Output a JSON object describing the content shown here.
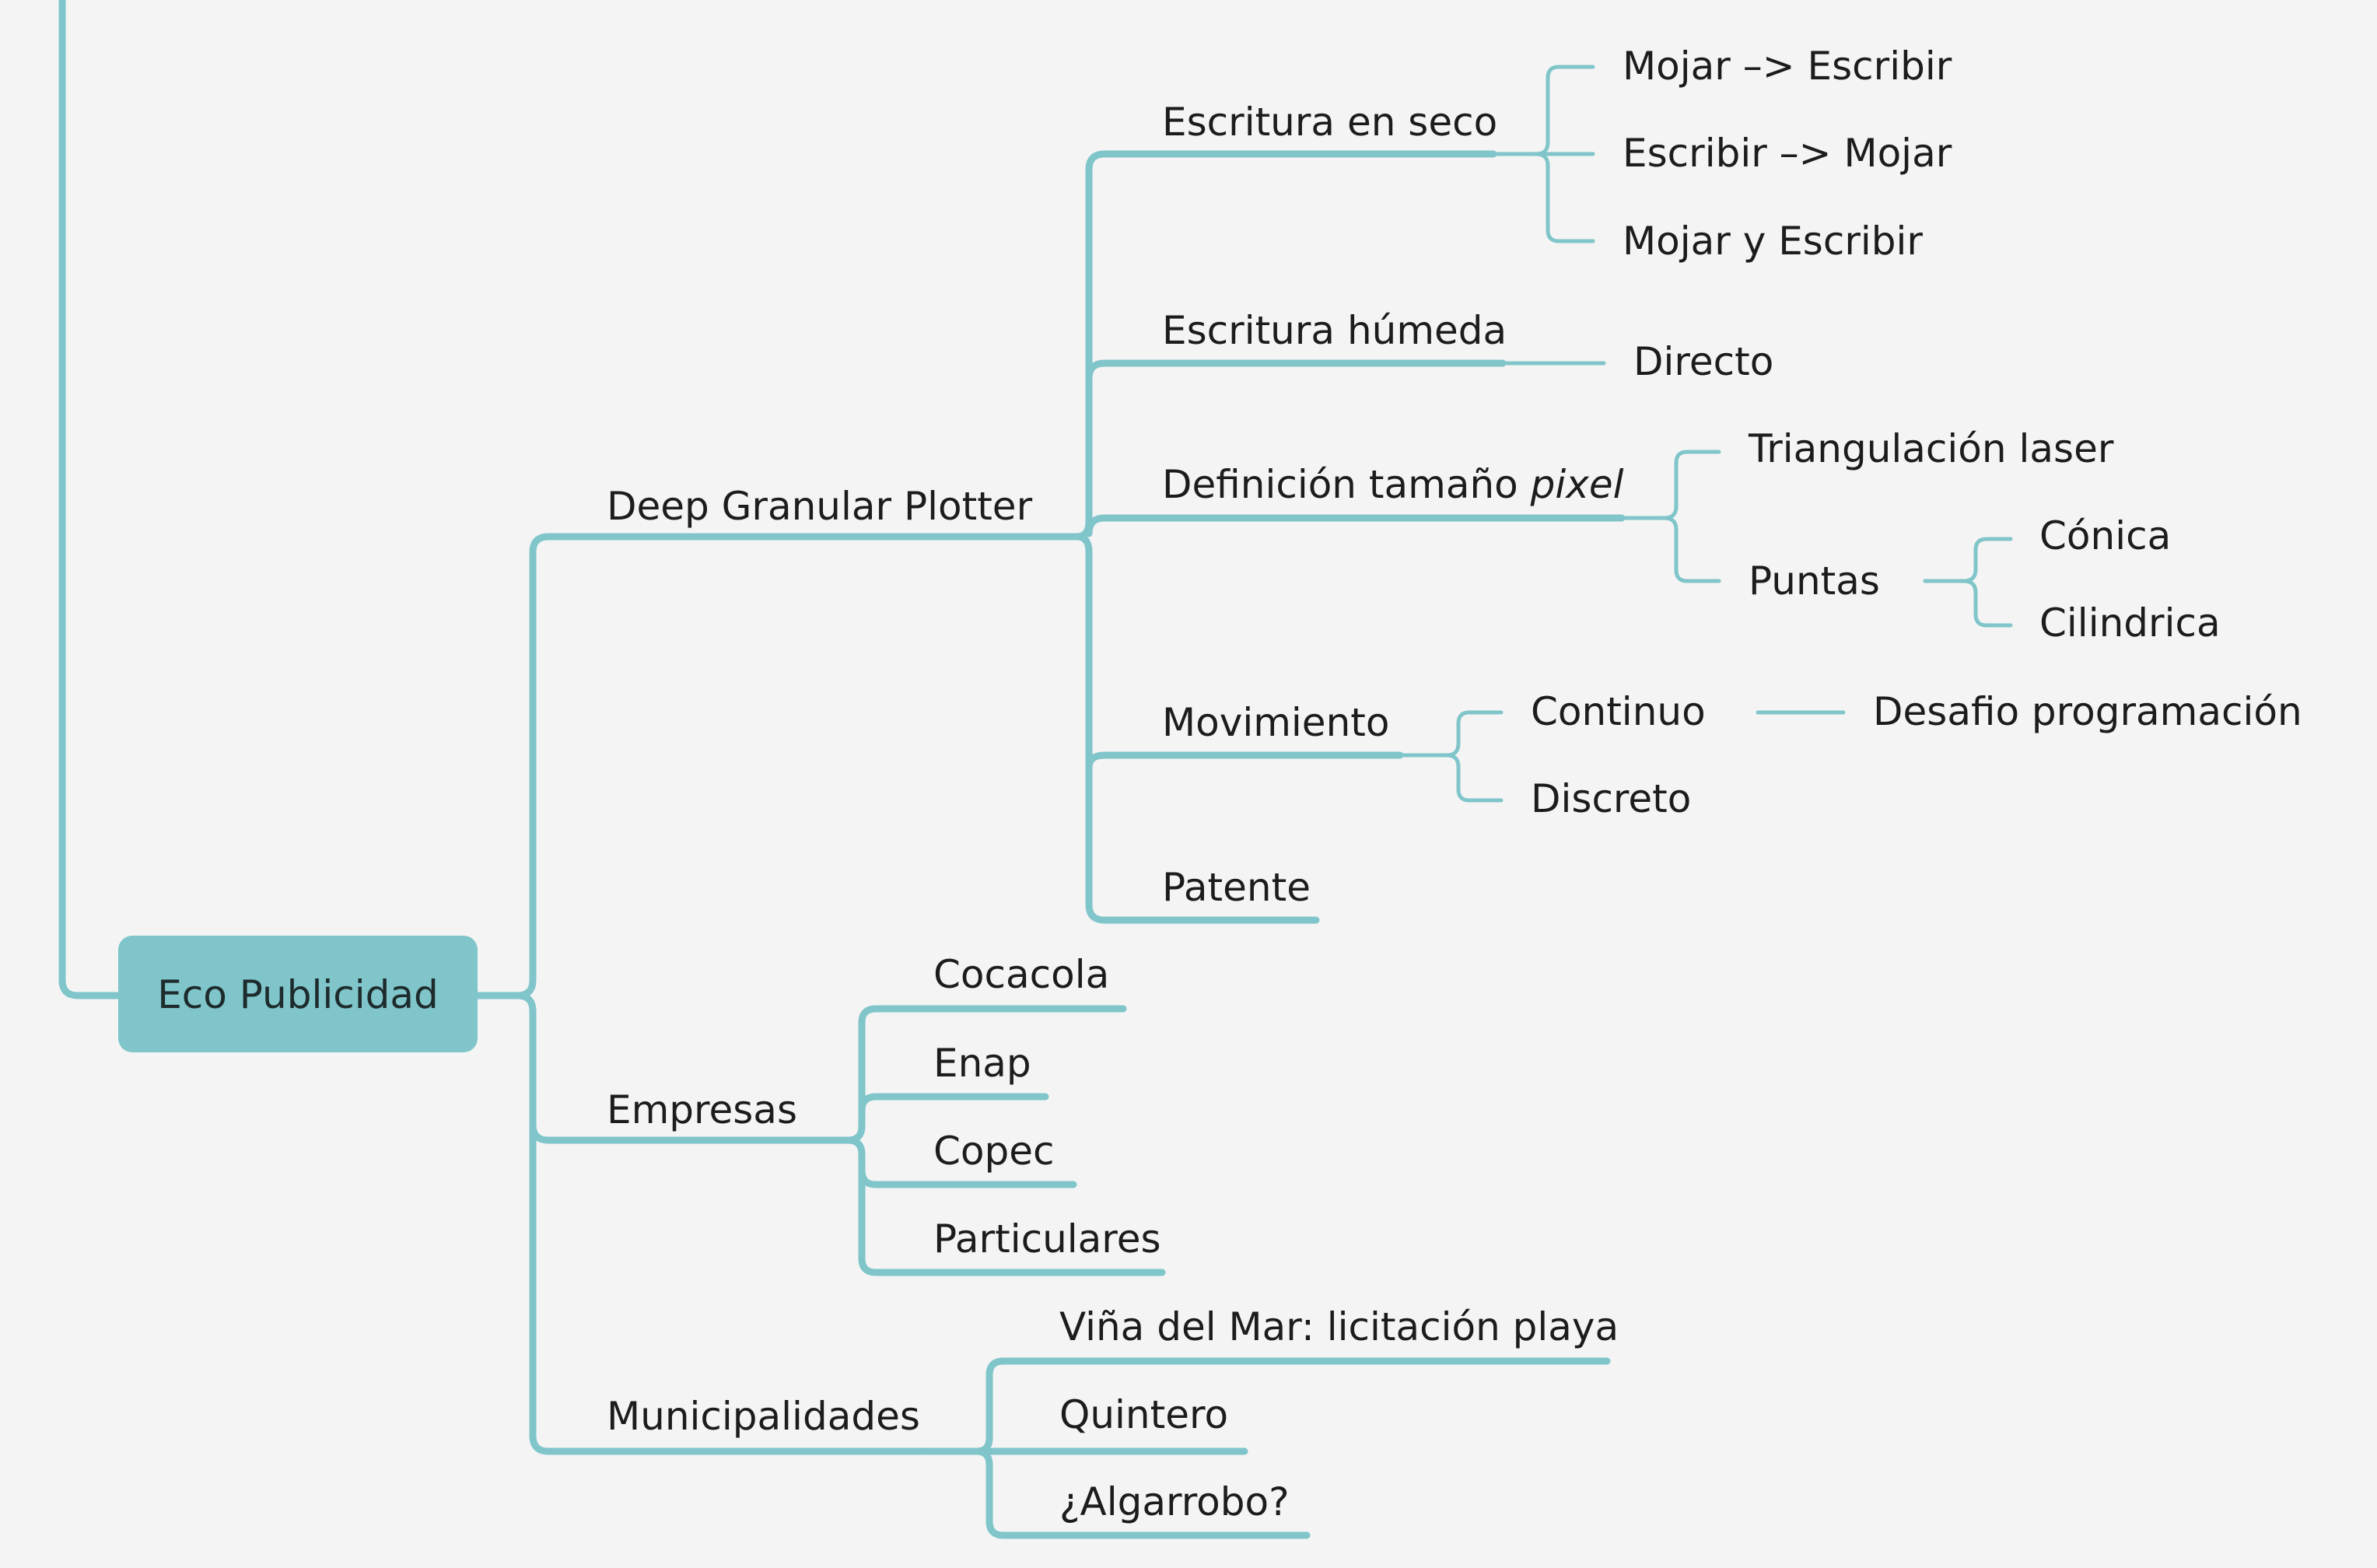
{
  "colors": {
    "background": "#f4f4f4",
    "connector": "#7fc5ca",
    "root_fill": "#7fc5ca",
    "text": "#1c1c1c"
  },
  "root": {
    "label": "Eco Publicidad"
  },
  "branches": {
    "plotter": {
      "label": "Deep Granular Plotter",
      "escritura_seco": {
        "label": "Escritura en seco",
        "items": [
          "Mojar –> Escribir",
          "Escribir –> Mojar",
          "Mojar y Escribir"
        ]
      },
      "escritura_humeda": {
        "label": "Escritura húmeda",
        "items": [
          "Directo"
        ]
      },
      "definicion": {
        "label_prefix": "Definición tamaño ",
        "label_emph": "pixel",
        "triangulacion": "Triangulación laser",
        "puntas": {
          "label": "Puntas",
          "items": [
            "Cónica",
            "Cilindrica"
          ]
        }
      },
      "movimiento": {
        "label": "Movimiento",
        "continuo": "Continuo",
        "continuo_note": "Desafio programación",
        "discreto": "Discreto"
      },
      "patente": {
        "label": "Patente"
      }
    },
    "empresas": {
      "label": "Empresas",
      "items": [
        "Cocacola",
        "Enap",
        "Copec",
        "Particulares"
      ]
    },
    "municipalidades": {
      "label": "Municipalidades",
      "items": [
        "Viña del Mar: licitación playa",
        "Quintero",
        "¿Algarrobo?"
      ]
    }
  }
}
